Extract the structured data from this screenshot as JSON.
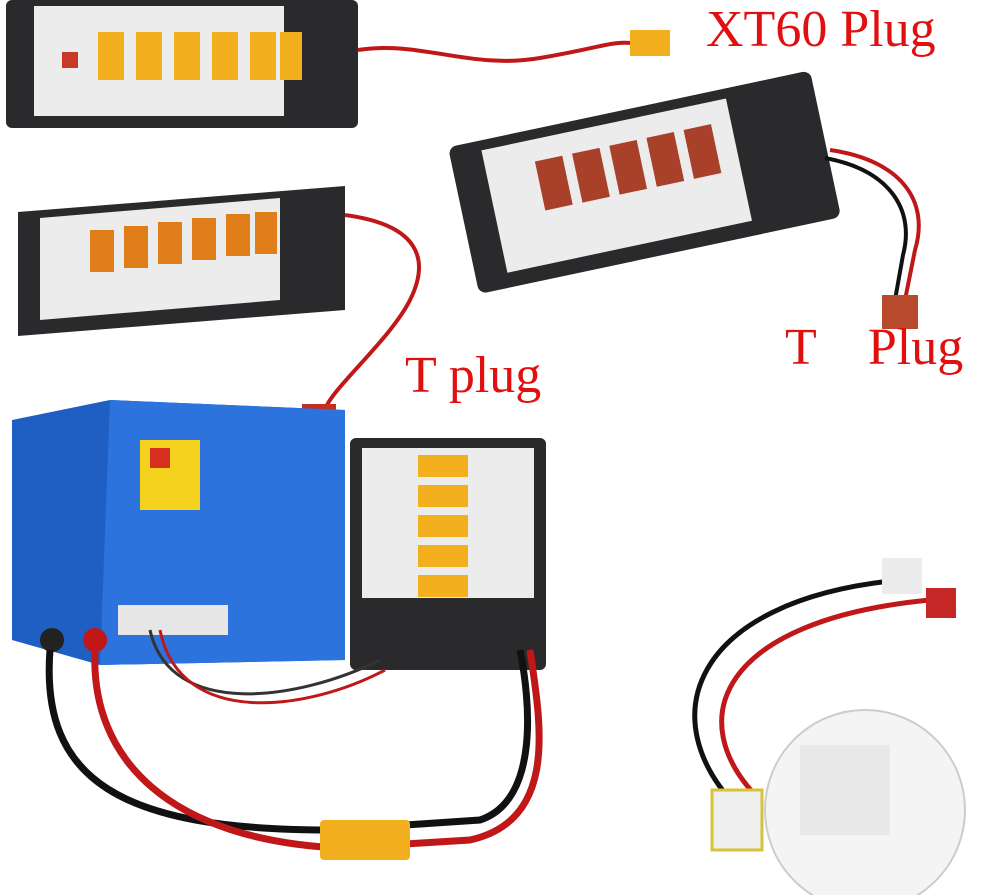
{
  "labels": {
    "xt60": "XT60 Plug",
    "t_plug_left": "T plug",
    "t_plug_right": "T    Plug"
  },
  "colors": {
    "label": "#e01010",
    "board": "#2a2a2c",
    "xt60_yellow": "#f2b01e",
    "t_plug_red": "#a8402a",
    "charger_blue": "#1f5fc4"
  }
}
